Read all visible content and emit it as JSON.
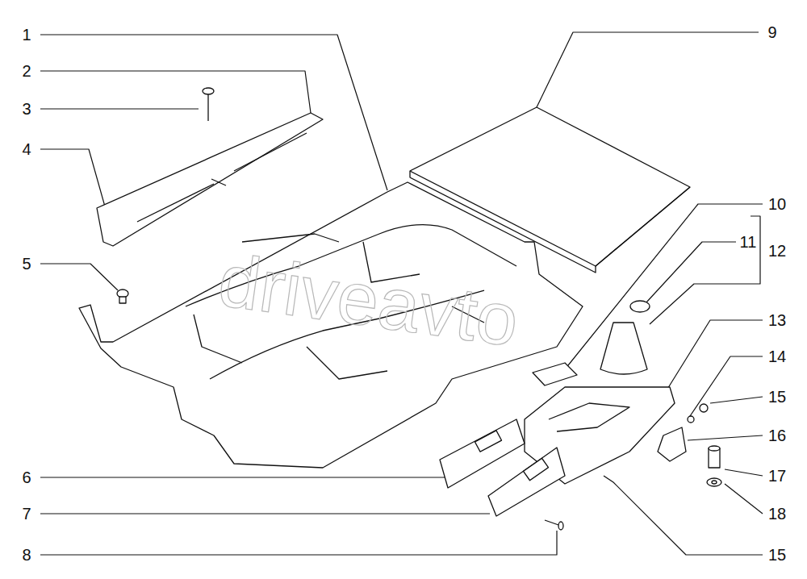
{
  "diagram": {
    "labels": [
      "1",
      "2",
      "3",
      "4",
      "5",
      "6",
      "7",
      "8",
      "9",
      "10",
      "11",
      "12",
      "13",
      "14",
      "15",
      "16",
      "17",
      "18",
      "15",
      "driveavto"
    ]
  }
}
